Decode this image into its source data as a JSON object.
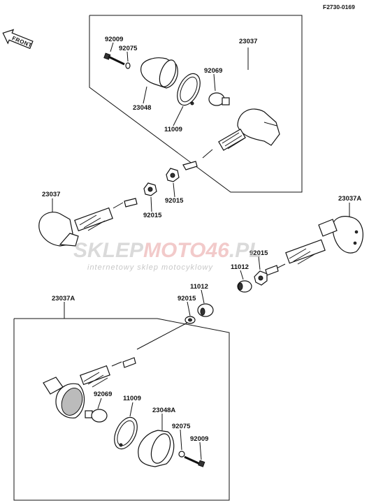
{
  "figure_code": "F2730-0169",
  "front_label": "FRONT",
  "watermark": {
    "brand_left": "SKLEP",
    "brand_mid": "MOTO",
    "brand_num": "46",
    "brand_suffix": ".PL",
    "tagline": "internetowy sklep motocyklowy",
    "accent_color": "#e8a0a0"
  },
  "labels": {
    "p23037_top": "23037",
    "p92009_top": "92009",
    "p92075_top": "92075",
    "p92069_top": "92069",
    "p23048": "23048",
    "p11009_top": "11009",
    "p92015_a": "92015",
    "p23037_left": "23037",
    "p92015_b": "92015",
    "p23037A_right": "23037A",
    "p92015_c": "92015",
    "p11012_a": "11012",
    "p11012_b": "11012",
    "p92015_d": "92015",
    "p23037A_bottom": "23037A",
    "p92069_bottom": "92069",
    "p11009_bottom": "11009",
    "p23048A": "23048A",
    "p92075_bottom": "92075",
    "p92009_bottom": "92009"
  }
}
